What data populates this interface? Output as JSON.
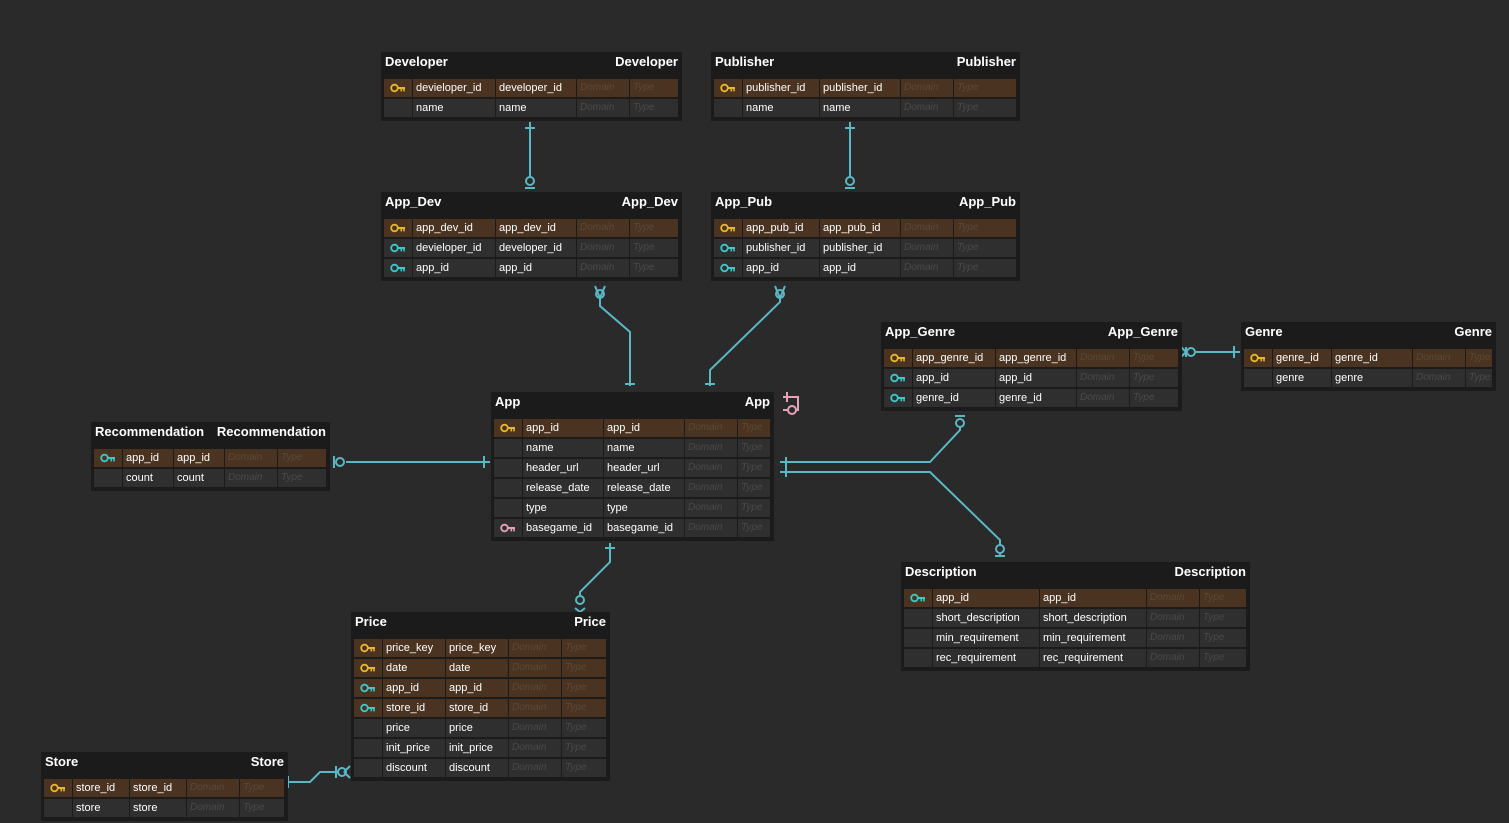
{
  "placeholders": {
    "domain": "Domain",
    "type": "Type"
  },
  "colors": {
    "background": "#2a2a2a",
    "entity_bg": "#1b1b1b",
    "pk_row": "#4a3320",
    "row": "#2f2f2f",
    "relation_line": "#5ab8c4",
    "pk_key": "#e8b82a",
    "fk_key": "#3cc9c9",
    "self_ref": "#e6a3b8"
  },
  "entities": [
    {
      "id": "developer",
      "name": "Developer",
      "alias": "Developer",
      "columns": [
        {
          "name": "devieloper_id",
          "alias": "developer_id",
          "key": "pk"
        },
        {
          "name": "name",
          "alias": "name",
          "key": ""
        }
      ]
    },
    {
      "id": "publisher",
      "name": "Publisher",
      "alias": "Publisher",
      "columns": [
        {
          "name": "publisher_id",
          "alias": "publisher_id",
          "key": "pk"
        },
        {
          "name": "name",
          "alias": "name",
          "key": ""
        }
      ]
    },
    {
      "id": "app_dev",
      "name": "App_Dev",
      "alias": "App_Dev",
      "columns": [
        {
          "name": "app_dev_id",
          "alias": "app_dev_id",
          "key": "pk"
        },
        {
          "name": "devieloper_id",
          "alias": "developer_id",
          "key": "fk"
        },
        {
          "name": "app_id",
          "alias": "app_id",
          "key": "fk"
        }
      ]
    },
    {
      "id": "app_pub",
      "name": "App_Pub",
      "alias": "App_Pub",
      "columns": [
        {
          "name": "app_pub_id",
          "alias": "app_pub_id",
          "key": "pk"
        },
        {
          "name": "publisher_id",
          "alias": "publisher_id",
          "key": "fk"
        },
        {
          "name": "app_id",
          "alias": "app_id",
          "key": "fk"
        }
      ]
    },
    {
      "id": "app_genre",
      "name": "App_Genre",
      "alias": "App_Genre",
      "columns": [
        {
          "name": "app_genre_id",
          "alias": "app_genre_id",
          "key": "pk"
        },
        {
          "name": "app_id",
          "alias": "app_id",
          "key": "fk"
        },
        {
          "name": "genre_id",
          "alias": "genre_id",
          "key": "fk"
        }
      ]
    },
    {
      "id": "genre",
      "name": "Genre",
      "alias": "Genre",
      "columns": [
        {
          "name": "genre_id",
          "alias": "genre_id",
          "key": "pk"
        },
        {
          "name": "genre",
          "alias": "genre",
          "key": ""
        }
      ]
    },
    {
      "id": "recommendation",
      "name": "Recommendation",
      "alias": "Recommendation",
      "columns": [
        {
          "name": "app_id",
          "alias": "app_id",
          "key": "pkfk"
        },
        {
          "name": "count",
          "alias": "count",
          "key": ""
        }
      ]
    },
    {
      "id": "app",
      "name": "App",
      "alias": "App",
      "columns": [
        {
          "name": "app_id",
          "alias": "app_id",
          "key": "pk"
        },
        {
          "name": "name",
          "alias": "name",
          "key": ""
        },
        {
          "name": "header_url",
          "alias": "header_url",
          "key": ""
        },
        {
          "name": "release_date",
          "alias": "release_date",
          "key": ""
        },
        {
          "name": "type",
          "alias": "type",
          "key": ""
        },
        {
          "name": "basegame_id",
          "alias": "basegame_id",
          "key": "self"
        }
      ]
    },
    {
      "id": "description",
      "name": "Description",
      "alias": "Description",
      "columns": [
        {
          "name": "app_id",
          "alias": "app_id",
          "key": "pkfk"
        },
        {
          "name": "short_description",
          "alias": "short_description",
          "key": ""
        },
        {
          "name": "min_requirement",
          "alias": "min_requirement",
          "key": ""
        },
        {
          "name": "rec_requirement",
          "alias": "rec_requirement",
          "key": ""
        }
      ]
    },
    {
      "id": "price",
      "name": "Price",
      "alias": "Price",
      "columns": [
        {
          "name": "price_key",
          "alias": "price_key",
          "key": "pk"
        },
        {
          "name": "date",
          "alias": "date",
          "key": "pk"
        },
        {
          "name": "app_id",
          "alias": "app_id",
          "key": "pkfk"
        },
        {
          "name": "store_id",
          "alias": "store_id",
          "key": "pkfk"
        },
        {
          "name": "price",
          "alias": "price",
          "key": ""
        },
        {
          "name": "init_price",
          "alias": "init_price",
          "key": ""
        },
        {
          "name": "discount",
          "alias": "discount",
          "key": ""
        }
      ]
    },
    {
      "id": "store",
      "name": "Store",
      "alias": "Store",
      "columns": [
        {
          "name": "store_id",
          "alias": "store_id",
          "key": "pk"
        },
        {
          "name": "store",
          "alias": "store",
          "key": ""
        }
      ]
    }
  ],
  "relationships": [
    {
      "parent": "developer",
      "child": "app_dev",
      "parent_end": "one",
      "child_end": "zero-or-one"
    },
    {
      "parent": "publisher",
      "child": "app_pub",
      "parent_end": "one",
      "child_end": "zero-or-one"
    },
    {
      "parent": "app",
      "child": "app_dev",
      "parent_end": "one",
      "child_end": "zero-or-many"
    },
    {
      "parent": "app",
      "child": "app_pub",
      "parent_end": "one",
      "child_end": "zero-or-many"
    },
    {
      "parent": "genre",
      "child": "app_genre",
      "parent_end": "one",
      "child_end": "zero-or-many"
    },
    {
      "parent": "app",
      "child": "app_genre",
      "parent_end": "one",
      "child_end": "zero-or-one"
    },
    {
      "parent": "app",
      "child": "description",
      "parent_end": "one",
      "child_end": "zero-or-one"
    },
    {
      "parent": "app",
      "child": "recommendation",
      "parent_end": "one",
      "child_end": "zero-or-one"
    },
    {
      "parent": "app",
      "child": "price",
      "parent_end": "one",
      "child_end": "zero-or-many"
    },
    {
      "parent": "store",
      "child": "price",
      "parent_end": "one",
      "child_end": "zero-or-many"
    },
    {
      "parent": "app",
      "child": "app",
      "parent_end": "one",
      "child_end": "zero-or-one"
    }
  ]
}
